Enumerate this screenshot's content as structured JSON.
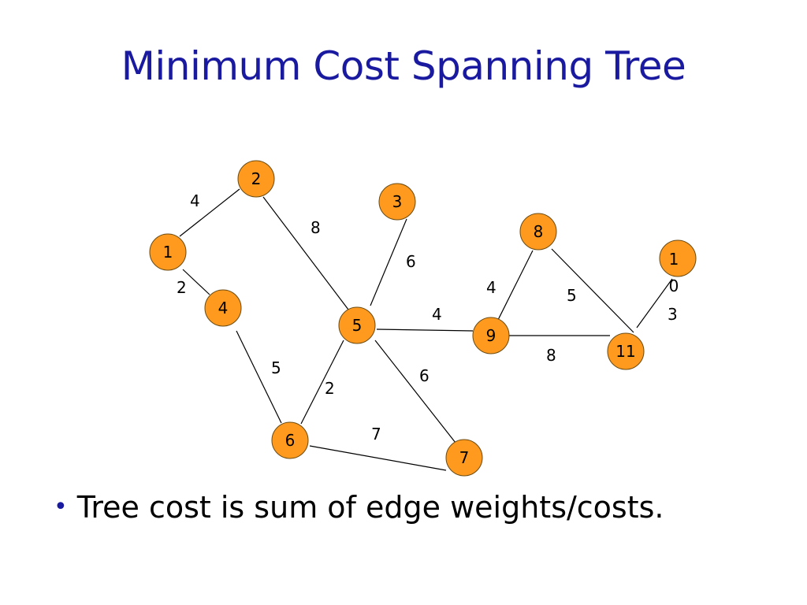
{
  "slide": {
    "title": "Minimum Cost Spanning Tree",
    "bullet_symbol": "•",
    "bullet_text": "Tree cost is sum of edge weights/costs."
  },
  "colors": {
    "title": "#1a1aa0",
    "node_fill": "#ff9a1f",
    "edge": "#000000"
  },
  "graph": {
    "nodes": [
      {
        "id": "n2",
        "label": "2"
      },
      {
        "id": "n3",
        "label": "3"
      },
      {
        "id": "n1",
        "label": "1"
      },
      {
        "id": "n8",
        "label": "8"
      },
      {
        "id": "n10",
        "label": "10"
      },
      {
        "id": "n4",
        "label": "4"
      },
      {
        "id": "n5",
        "label": "5"
      },
      {
        "id": "n9",
        "label": "9"
      },
      {
        "id": "n11",
        "label": "11"
      },
      {
        "id": "n6",
        "label": "6"
      },
      {
        "id": "n7",
        "label": "7"
      }
    ],
    "edges": [
      {
        "from": "1",
        "to": "2",
        "weight": "4"
      },
      {
        "from": "2",
        "to": "5",
        "weight": "8"
      },
      {
        "from": "3",
        "to": "5",
        "weight": "6"
      },
      {
        "from": "1",
        "to": "4",
        "weight": "2"
      },
      {
        "from": "4",
        "to": "6",
        "weight": "5"
      },
      {
        "from": "5",
        "to": "6",
        "weight": "2"
      },
      {
        "from": "5",
        "to": "7",
        "weight": "6"
      },
      {
        "from": "6",
        "to": "7",
        "weight": "7"
      },
      {
        "from": "5",
        "to": "9",
        "weight": "4"
      },
      {
        "from": "8",
        "to": "9",
        "weight": "4"
      },
      {
        "from": "8",
        "to": "11",
        "weight": "5"
      },
      {
        "from": "9",
        "to": "11",
        "weight": "8"
      },
      {
        "from": "10",
        "to": "11",
        "weight": "3"
      }
    ]
  }
}
